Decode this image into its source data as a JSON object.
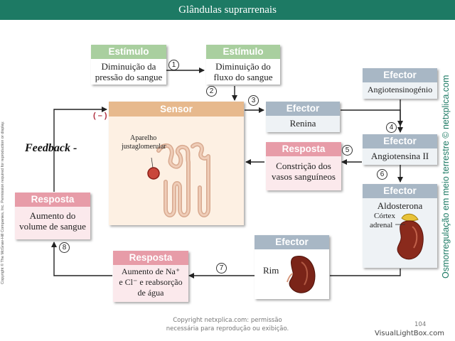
{
  "title": "Glândulas suprarrenais",
  "boxes": {
    "stim1": {
      "header": "Estímulo",
      "lines": [
        "Diminuição da",
        "pressão do sangue"
      ]
    },
    "stim2": {
      "header": "Estímulo",
      "lines": [
        "Diminuição do",
        "fluxo do sangue"
      ]
    },
    "effector_angiotensinogen": {
      "header": "Efector",
      "lines": [
        "Angiotensinogénio"
      ]
    },
    "sensor": {
      "header": "Sensor",
      "label_lines": [
        "Aparelho",
        "justaglomerular"
      ]
    },
    "effector_renin": {
      "header": "Efector",
      "lines": [
        "Renina"
      ]
    },
    "effector_angiotensin2": {
      "header": "Efector",
      "lines": [
        "Angiotensina II"
      ]
    },
    "response_constriction": {
      "header": "Resposta",
      "lines": [
        "Constrição dos",
        "vasos sanguíneos"
      ]
    },
    "effector_aldosterone": {
      "header": "Efector",
      "lines": [
        "Aldosterona"
      ],
      "label_lines": [
        "Córtex",
        "adrenal"
      ]
    },
    "response_volume": {
      "header": "Resposta",
      "lines": [
        "Aumento do",
        "volume de sangue"
      ]
    },
    "effector_kidney": {
      "header": "Efector",
      "lines": [
        "Rim"
      ]
    },
    "response_reabsorption": {
      "header": "Resposta",
      "lines": [
        "Aumento de Na⁺",
        "e Cl⁻ e reabsorção",
        "de água"
      ]
    }
  },
  "steps": [
    "1",
    "2",
    "3",
    "4",
    "5",
    "6",
    "7",
    "8"
  ],
  "feedback_label": "Feedback -",
  "negative_sign": "( – )",
  "side_copyright": "Copyright © The McGraw-Hill Companies, Inc. Permission required for reproduction or display.",
  "side_site": "Osmorregulação em meio terrestre © netxplica.com",
  "footer_lines": [
    "Copyright netxplica.com: permissão",
    "necessária para reprodução ou exibição."
  ],
  "page_number": "104",
  "watermark": "VisualLightBox.com",
  "colors": {
    "title_bar": "#1d7a64",
    "stimulus": "#a9cf9f",
    "effector": "#a8b7c5",
    "response": "#e79ca8",
    "sensor": "#e7b98d",
    "kidney": "#7a2418"
  }
}
